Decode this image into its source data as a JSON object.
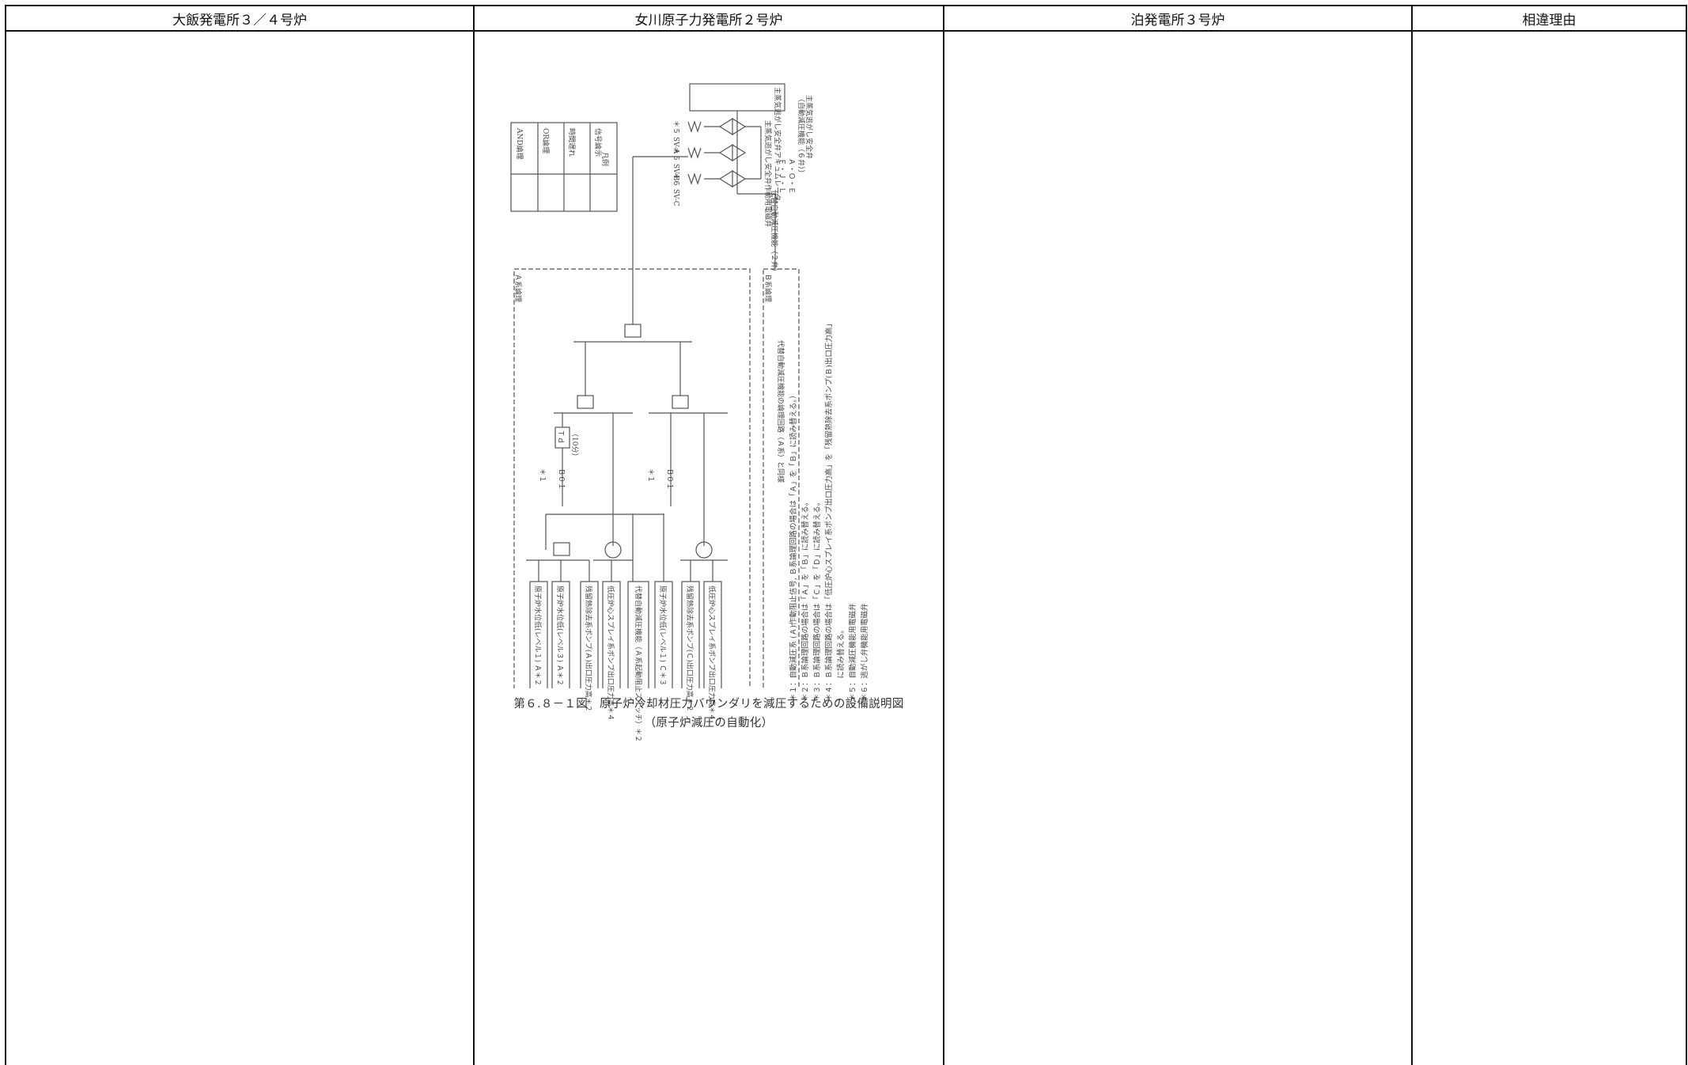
{
  "table": {
    "headers": [
      "大飯発電所３／４号炉",
      "女川原子力発電所２号炉",
      "泊発電所３号炉",
      "相違理由"
    ]
  },
  "figure": {
    "caption_line1": "第６.８－１図　原子炉冷却材圧力バウンダリを減圧するための設備説明図",
    "caption_line2": "（原子炉減圧の自動化）",
    "alt_logic_label": "代替自動減圧機能の論理回路（Ａ系）と同様",
    "notes": [
      "＊１：自動減圧系 (Ａ)作動阻止信号, Ｂ系論理回路の場合は「Ａ」を「Ｂ」に読み替える。）",
      "＊２：Ｂ系論理回路の場合は「Ａ」を「Ｂ」に読み替える。",
      "＊３：Ｂ系論理回路の場合は「Ｃ」を「Ｄ」に読み替える。",
      "＊４：Ｂ系論理回路の場合は「低圧炉心スプレイ系ポンプ出口圧力高」を「残留熱除去系ポンプ(Ｂ)出口圧力高」",
      "　　　に読み替える。",
      "＊５：自動減圧機能用電磁弁",
      "＊６：逃がし弁機能用電磁弁"
    ],
    "input_labels": [
      "原子炉水位低(レベル１) Ａ＊２",
      "原子炉水位低(レベル３) Ａ＊２",
      "残留熱除去系ポンプ(Ａ)出口圧力高＊２",
      "低圧炉心スプレイ系ポンプ出口圧力高＊４",
      "代替自動減圧機能（Ａ系起動阻止スイッチ）＊２",
      "原子炉水位低(レベル１) Ｃ＊３",
      "残留熱除去系ポンプ(Ｃ)出口圧力高＊２",
      "低圧炉心スプレイ系ポンプ出口圧力高＊４"
    ],
    "legend_title": "凡例",
    "legend_items": [
      "AND論理",
      "OR論理",
      "時間遅れ",
      "信号論示"
    ],
    "top_box": "主蒸気逃がし安全弁アキュムレータ",
    "valve_labels": [
      "＊５ SV-A",
      "＊５ SV-B",
      "＊６ SV-C"
    ],
    "srv_side_label": "主蒸気逃がし安全弁作動用電磁弁",
    "right_labels": [
      "主蒸気逃がし安全弁",
      "（自動減圧機能（６弁））",
      "Ａ・Ｏ・Ｅ",
      "Ｆ・Ｊ・Ｌ",
      "代替自動減圧機能（２弁）"
    ],
    "group_label": "Ａ系論理",
    "group_label_b": "Ｂ系論理",
    "td_label": "Ｔｄ",
    "td_value": "（10分）",
    "sig_labels": [
      "Ｂ０１",
      "Ｂ０１"
    ],
    "star1": "＊１"
  }
}
